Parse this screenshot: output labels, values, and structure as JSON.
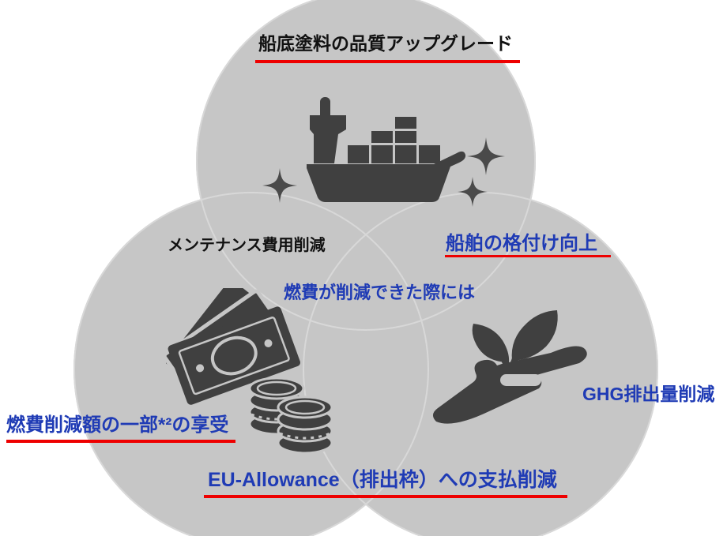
{
  "venn": {
    "top": {
      "title": "船底塗料の品質アップグレード",
      "icon": "cargo-ship"
    },
    "left": {
      "title": "メンテナンス費用削減",
      "benefit": "燃費削減額の一部*²の享受",
      "icon": "money-banknotes-and-coins"
    },
    "right": {
      "title": "船舶の格付け向上",
      "benefit": "GHG排出量削減",
      "icon": "hand-holding-plant"
    },
    "center_note": "燃費が削減できた際には",
    "bottom_note": "EU-Allowance（排出枠）への支払削減"
  },
  "colors": {
    "background": "#ffffff",
    "circle_fill": "#c6c6c6",
    "circle_outline": "#d8d8d8",
    "icon_gray": "#404040",
    "text_black": "#111111",
    "text_blue": "#1f3bb5",
    "underline_red": "#ee0000"
  }
}
